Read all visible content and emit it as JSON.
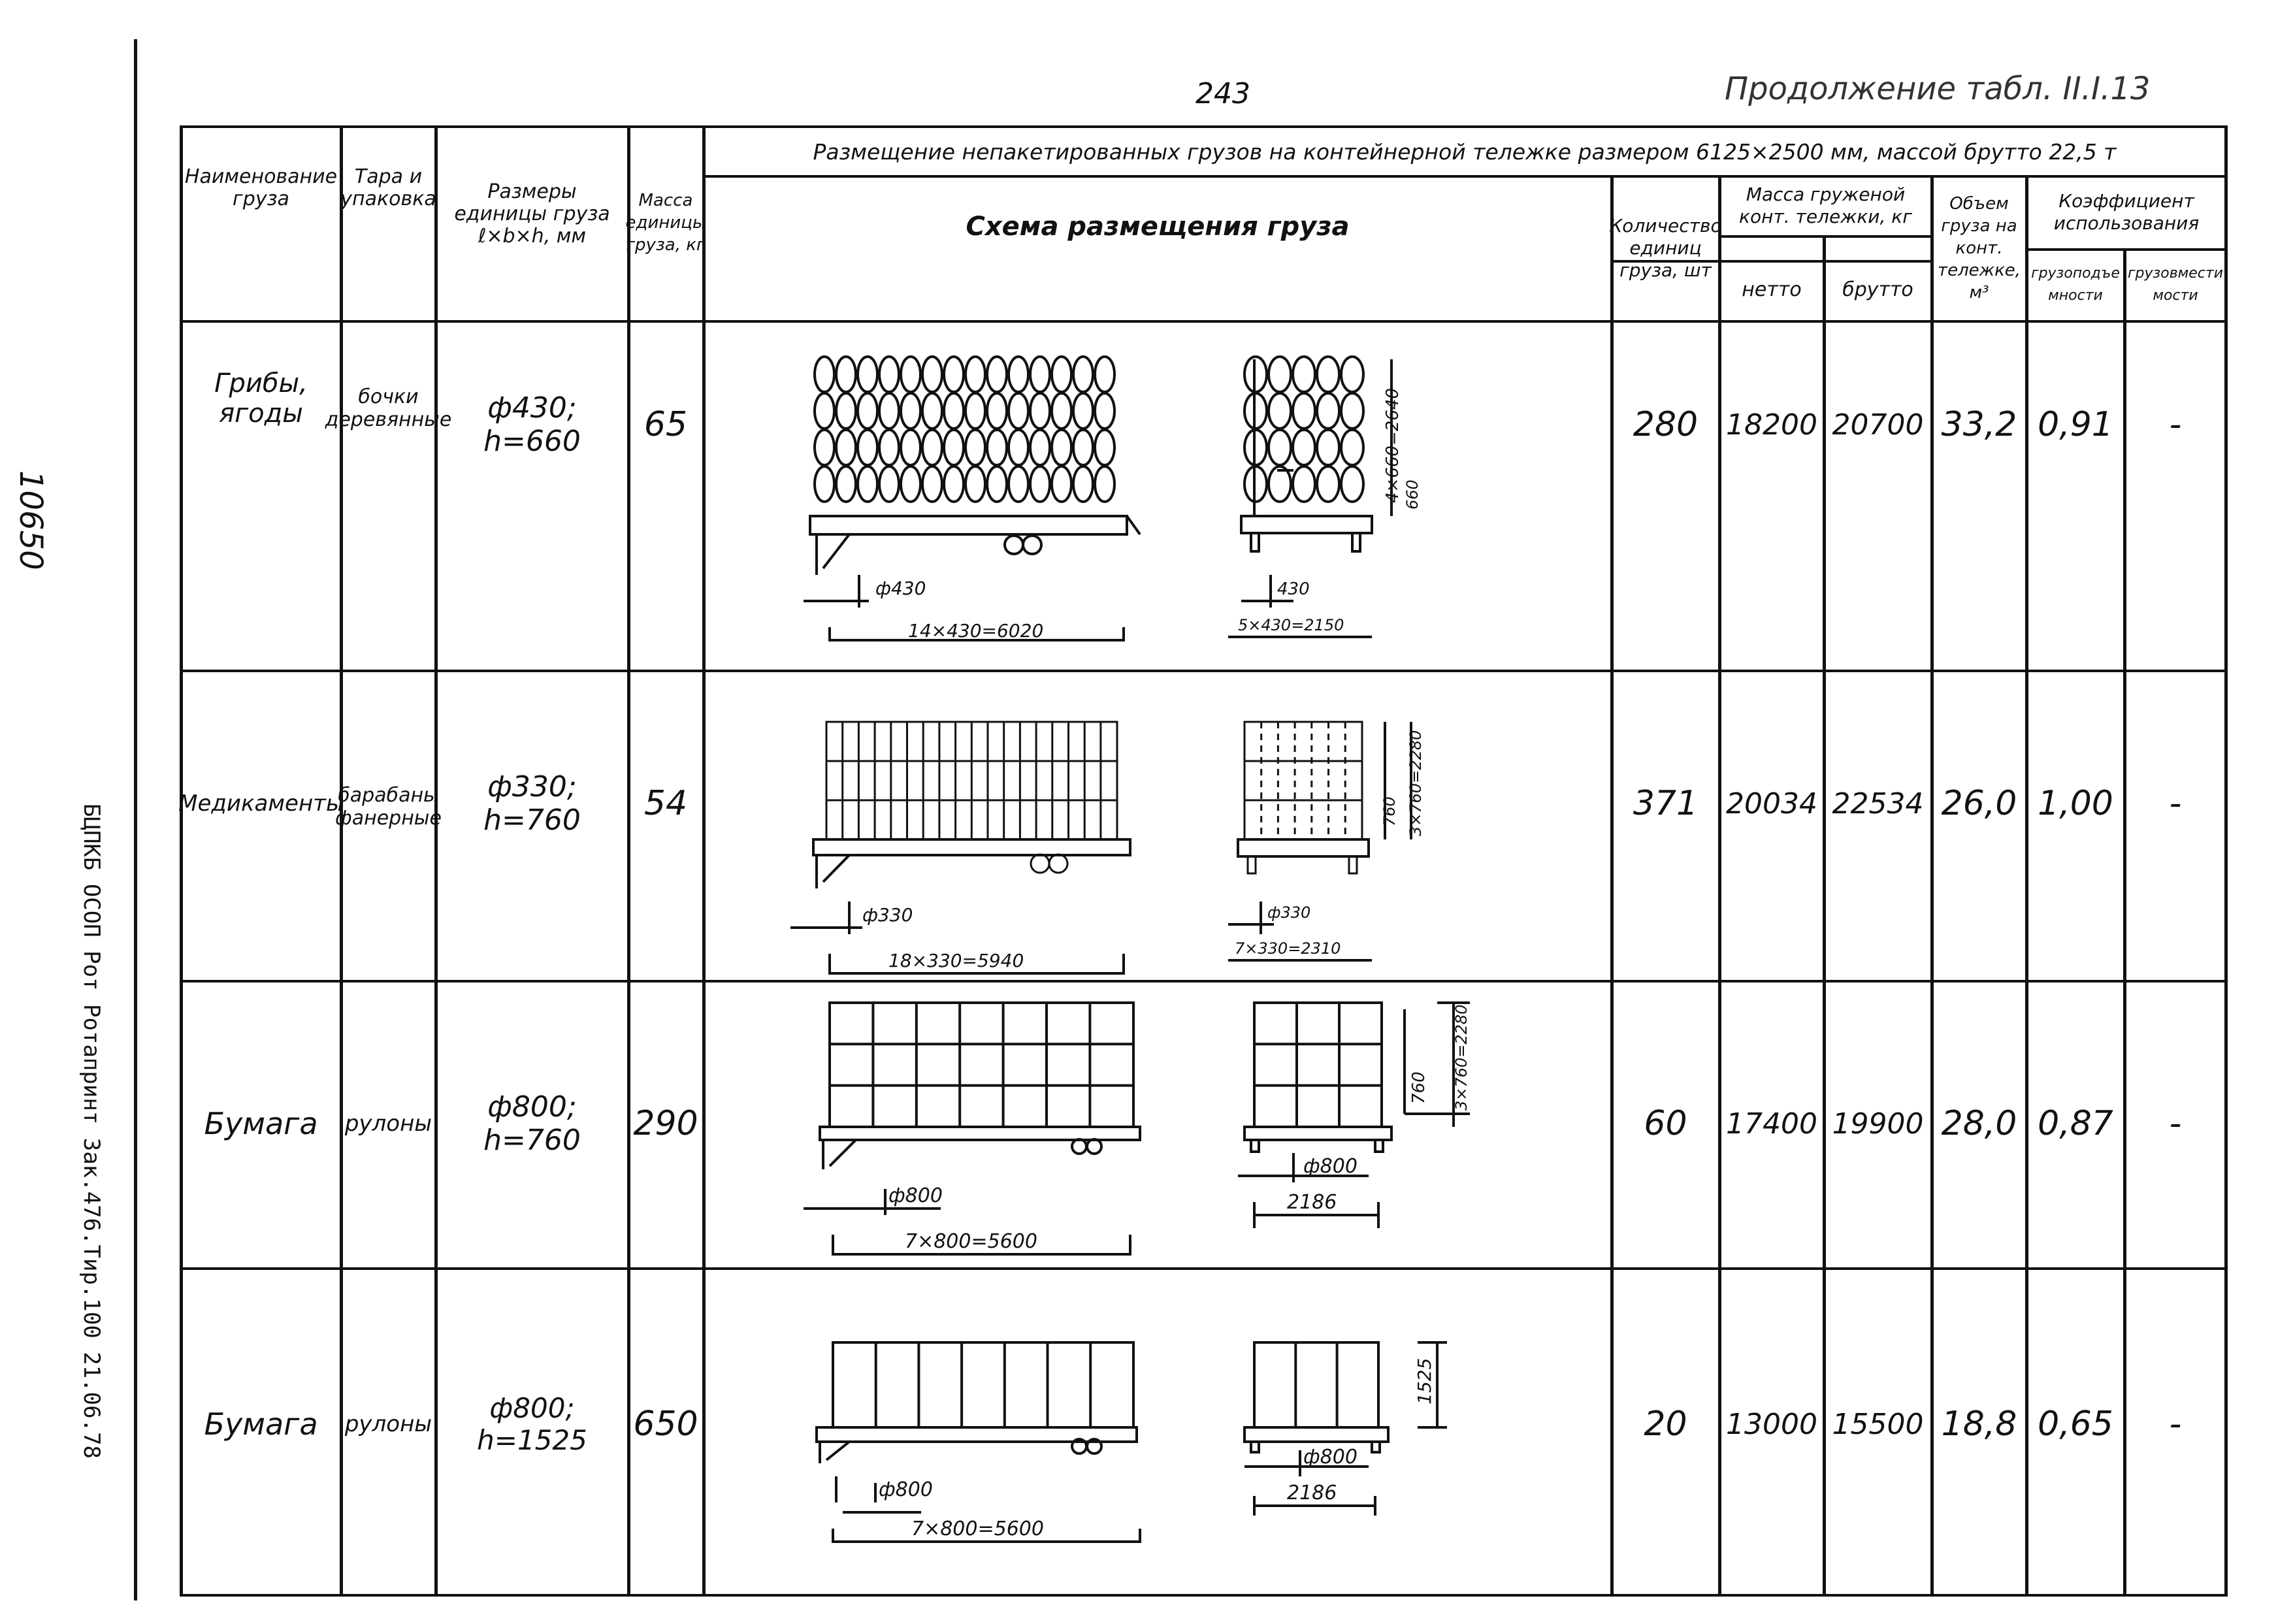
{
  "page_number": "243",
  "continuation": "Продолжение табл. II.I.13",
  "side_stamp_number": "10650",
  "side_stamp_imprint": "БЦПКБ ОСОП Рот Ротапринт Зак.476.Тир.100 21.06.78",
  "header": {
    "col_name": "Наименование груза",
    "col_tara": "Тара и упаковка",
    "col_dims": "Размеры единицы груза ℓ×b×h, мм",
    "col_mass": "Масса единицы груза, кг",
    "group_title": "Размещение непакетированных грузов на контейнерной тележке размером 6125×2500 мм, массой брутто 22,5 т",
    "col_scheme": "Схема размещения груза",
    "col_count": "Количество единиц груза, шт",
    "col_mass_group": "Масса груженой конт. тележки, кг",
    "col_netto": "нетто",
    "col_brutto": "брутто",
    "col_volume": "Объем груза на конт. тележке, м³",
    "col_coef_group": "Коэффициент использования",
    "col_coef_vol": "грузоподъемности",
    "col_coef_cap": "грузовместимости"
  },
  "rows": [
    {
      "name": "Грибы, ягоды",
      "tara": "бочки деревянные",
      "dims": "ф430; h=660",
      "mass": "65",
      "count": "280",
      "netto": "18200",
      "brutto": "20700",
      "volume": "33,2",
      "coef1": "0,91",
      "coef2": "-",
      "dim_item": "ф430",
      "dim_length": "14×430=6020",
      "dim_item_side": "430",
      "dim_width": "5×430=2150",
      "dim_height": "660",
      "dim_total_height": "4×660=2640"
    },
    {
      "name": "Медикаменты",
      "tara": "барабаны фанерные",
      "dims": "ф330; h=760",
      "mass": "54",
      "count": "371",
      "netto": "20034",
      "brutto": "22534",
      "volume": "26,0",
      "coef1": "1,00",
      "coef2": "-",
      "dim_item": "ф330",
      "dim_length": "18×330=5940",
      "dim_item_side": "ф330",
      "dim_width": "7×330=2310",
      "dim_height": "760",
      "dim_total_height": "3×760=2280"
    },
    {
      "name": "Бумага",
      "tara": "рулоны",
      "dims": "ф800; h=760",
      "mass": "290",
      "count": "60",
      "netto": "17400",
      "brutto": "19900",
      "volume": "28,0",
      "coef1": "0,87",
      "coef2": "-",
      "dim_item": "ф800",
      "dim_length": "7×800=5600",
      "dim_item_side": "ф800",
      "dim_width": "2186",
      "dim_height": "760",
      "dim_total_height": "3×760=2280"
    },
    {
      "name": "Бумага",
      "tara": "рулоны",
      "dims": "ф800; h=1525",
      "mass": "650",
      "count": "20",
      "netto": "13000",
      "brutto": "15500",
      "volume": "18,8",
      "coef1": "0,65",
      "coef2": "-",
      "dim_item": "ф800",
      "dim_length": "7×800=5600",
      "dim_item_side": "ф800",
      "dim_width": "2186",
      "dim_height": "1525",
      "dim_total_height": ""
    }
  ]
}
